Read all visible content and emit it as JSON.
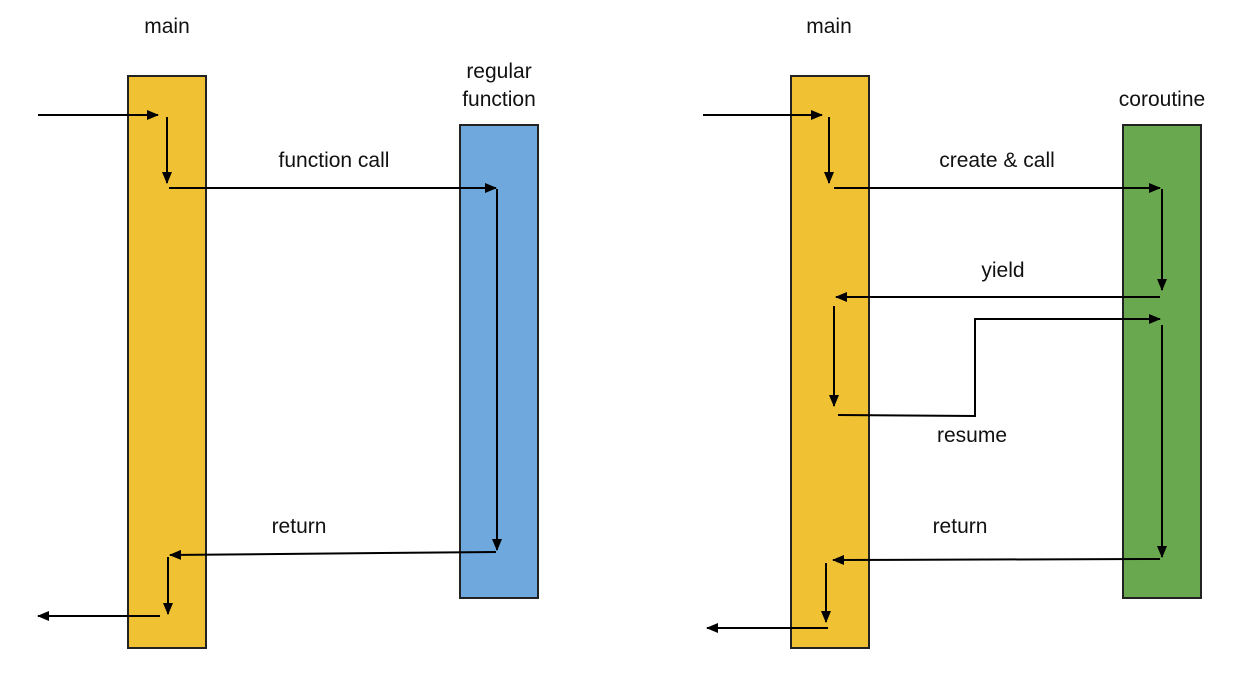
{
  "left_diagram": {
    "caller_label": "main",
    "callee_label_line1": "regular",
    "callee_label_line2": "function",
    "call_label": "function call",
    "return_label": "return",
    "colors": {
      "caller": "#F0C132",
      "callee": "#6FA8DC"
    }
  },
  "right_diagram": {
    "caller_label": "main",
    "callee_label": "coroutine",
    "call_label": "create & call",
    "yield_label": "yield",
    "resume_label": "resume",
    "return_label": "return",
    "colors": {
      "caller": "#F0C132",
      "callee": "#6AA84F"
    }
  }
}
